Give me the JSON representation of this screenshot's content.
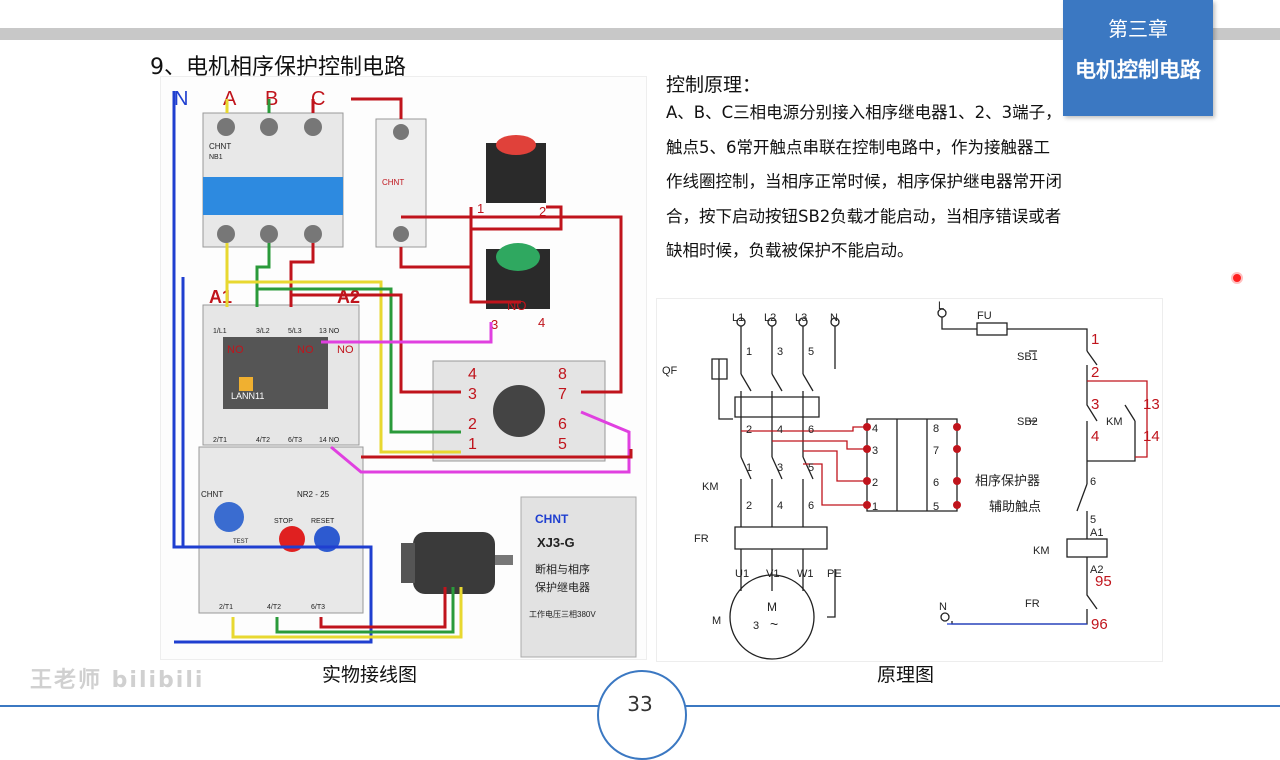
{
  "header": {
    "chapter": "第三章",
    "chapter_title": "电机控制电路"
  },
  "slide_title": "9、电机相序保护控制电路",
  "principle": {
    "heading": "控制原理：",
    "body": "A、B、C三相电源分别接入相序继电器1、2、3端子，触点5、6常开触点串联在控制电路中，作为接触器工作线圈控制，当相序正常时候，相序保护继电器常开闭合，按下启动按钮SB2负载才能启动，当相序错误或者缺相时候，负载被保护不能启动。"
  },
  "wiring_photo": {
    "caption": "实物接线图",
    "phase_labels": [
      "N",
      "A",
      "B",
      "C"
    ],
    "contactor_labels": [
      "A1",
      "A2"
    ],
    "contactor_terminals": [
      "1/L1",
      "3/L2",
      "5/L3",
      "13 NO",
      "2/T1",
      "4/T2",
      "6/T3",
      "14 NO"
    ],
    "contactor_model": "LANN11",
    "no_marks": [
      "NO",
      "NO",
      "NO"
    ],
    "button_terminals": [
      "1",
      "2",
      "3",
      "4"
    ],
    "button_no": "NO",
    "socket_numbers": [
      "4",
      "3",
      "2",
      "1",
      "8",
      "7",
      "6",
      "5"
    ],
    "breaker_brand": "CHNT",
    "breaker_model": "NB1",
    "relay_brand": "CHNT",
    "relay_model": "XJ3-G",
    "relay_desc1": "断相与相序",
    "relay_desc2": "保护继电器",
    "relay_voltage": "工作电压三相380V",
    "overload_model": "NR2 - 25",
    "overload_stop": "STOP",
    "overload_reset": "RESET",
    "overload_test": "TEST",
    "overload_terminals": [
      "2/T1",
      "4/T2",
      "6/T3"
    ]
  },
  "schematic": {
    "caption": "原理图",
    "power_labels": [
      "L1",
      "L2",
      "L3",
      "N"
    ],
    "terminal_numbers": [
      "1",
      "3",
      "5",
      "2",
      "4",
      "6",
      "1",
      "3",
      "5",
      "2",
      "4",
      "6"
    ],
    "qf": "QF",
    "km": "KM",
    "fr": "FR",
    "motor_terminals": [
      "U1",
      "V1",
      "W1",
      "PE"
    ],
    "motor_m": "M",
    "motor_three": "3",
    "motor_tilde": "~",
    "motor_side": "M",
    "relay_pins": [
      "4",
      "3",
      "2",
      "1",
      "8",
      "7",
      "6",
      "5"
    ],
    "ctrl_L": "L",
    "ctrl_FU": "FU",
    "ctrl_SB1": "SB1",
    "ctrl_SB2": "SB2",
    "ctrl_KM": "KM",
    "ctrl_KM_coil": "KM",
    "ctrl_FR": "FR",
    "ctrl_N": "N",
    "ctrl_relay1": "相序保护器",
    "ctrl_relay2": "辅助触点",
    "ctrl_nums_black": [
      "6",
      "5",
      "A1",
      "A2"
    ],
    "ctrl_nums_red": [
      "1",
      "2",
      "3",
      "4",
      "13",
      "14",
      "95",
      "96"
    ]
  },
  "page_number": "33",
  "watermark": "王老师 bilibili",
  "colors": {
    "accent": "#3b78c2",
    "wire_red": "#c0141c",
    "wire_yellow": "#e8d830",
    "wire_green": "#2a9a3a",
    "wire_blue": "#1f3fd0",
    "wire_magenta": "#e040e0"
  }
}
